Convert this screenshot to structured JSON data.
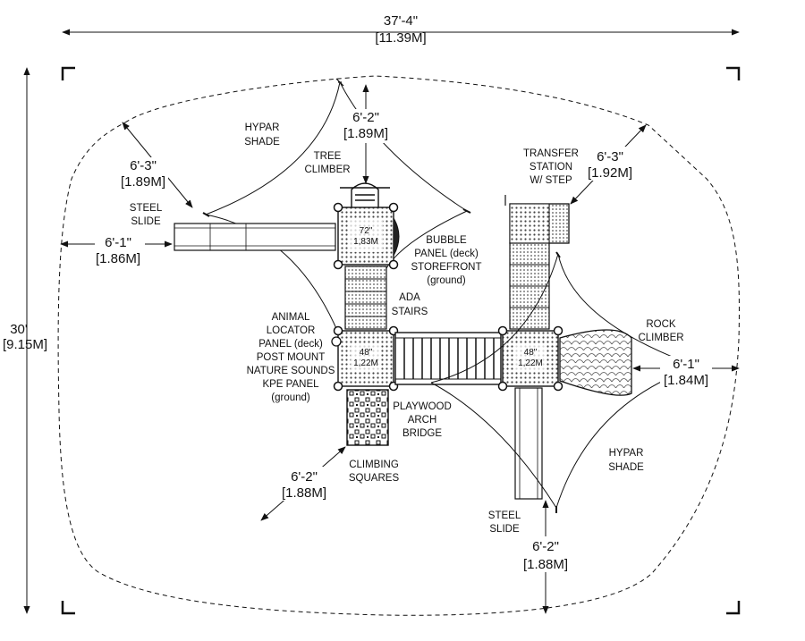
{
  "dimensions": {
    "overall_width": "37'-4\"",
    "overall_width_metric": "[11.39M]",
    "overall_height": "30'",
    "overall_height_metric": "[9.15M]",
    "tree_climber_clear": "6'-2\"",
    "tree_climber_clear_metric": "[1.89M]",
    "upper_left_clear": "6'-3\"",
    "upper_left_clear_metric": "[1.89M]",
    "left_slide_clear": "6'-1\"",
    "left_slide_clear_metric": "[1.86M]",
    "transfer_clear": "6'-3\"",
    "transfer_clear_metric": "[1.92M]",
    "rock_climber_clear": "6'-1\"",
    "rock_climber_clear_metric": "[1.84M]",
    "climbing_squares_clear": "6'-2\"",
    "climbing_squares_clear_metric": "[1.88M]",
    "bottom_slide_clear": "6'-2\"",
    "bottom_slide_clear_metric": "[1.88M]"
  },
  "labels": {
    "hypar_shade_top": [
      "HYPAR",
      "SHADE"
    ],
    "tree_climber": [
      "TREE",
      "CLIMBER"
    ],
    "steel_slide_left": [
      "STEEL",
      "SLIDE"
    ],
    "bubble_panel": [
      "BUBBLE",
      "PANEL (deck)",
      "STOREFRONT",
      "(ground)"
    ],
    "ada_stairs": [
      "ADA",
      "STAIRS"
    ],
    "animal_locator": [
      "ANIMAL",
      "LOCATOR",
      "PANEL (deck)",
      "POST MOUNT",
      "NATURE SOUNDS",
      "KPE PANEL",
      "(ground)"
    ],
    "playwood_bridge": [
      "PLAYWOOD",
      "ARCH",
      "BRIDGE"
    ],
    "climbing_squares": [
      "CLIMBING",
      "SQUARES"
    ],
    "transfer_station": [
      "TRANSFER",
      "STATION",
      "W/ STEP"
    ],
    "rock_climber": [
      "ROCK",
      "CLIMBER"
    ],
    "hypar_shade_bottom": [
      "HYPAR",
      "SHADE"
    ],
    "steel_slide_bottom": [
      "STEEL",
      "SLIDE"
    ]
  },
  "decks": {
    "deck_upper": [
      "72\"",
      "1,83M"
    ],
    "deck_mid_left": [
      "48\"",
      "1,22M"
    ],
    "deck_mid_right": [
      "48\"",
      "1,22M"
    ]
  }
}
